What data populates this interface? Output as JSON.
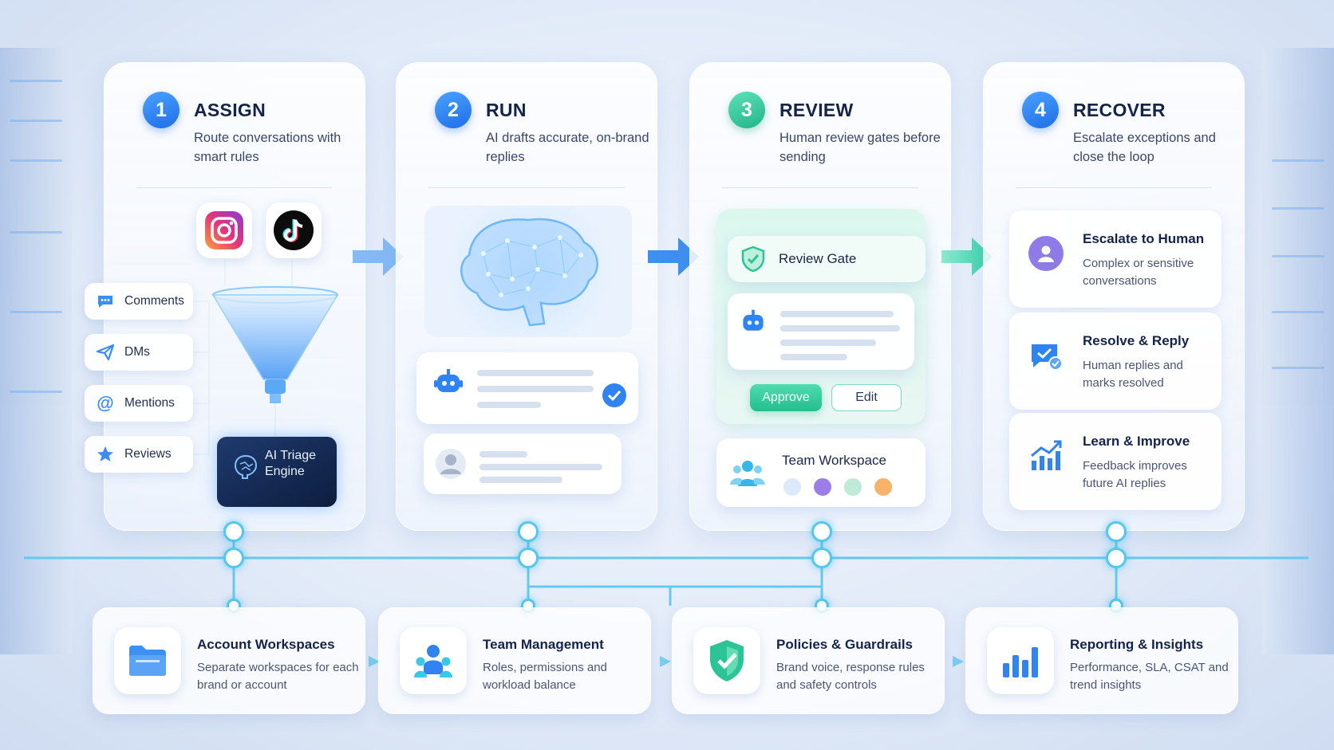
{
  "steps": [
    {
      "number": "1",
      "title": "ASSIGN",
      "desc": "Route conversations with smart rules"
    },
    {
      "number": "2",
      "title": "RUN",
      "desc": "AI drafts accurate, on-brand replies"
    },
    {
      "number": "3",
      "title": "REVIEW",
      "desc": "Human review gates before sending"
    },
    {
      "number": "4",
      "title": "RECOVER",
      "desc": "Escalate exceptions and close the loop"
    }
  ],
  "channels": [
    "Comments",
    "DMs",
    "Mentions",
    "Reviews"
  ],
  "triage": {
    "line1": "AI Triage",
    "line2": "Engine"
  },
  "review": {
    "gate_label": "Review Gate",
    "approve": "Approve",
    "edit": "Edit",
    "team_label": "Team Workspace"
  },
  "recover_items": [
    {
      "title": "Escalate to Human",
      "desc": "Complex or sensitive conversations"
    },
    {
      "title": "Resolve & Reply",
      "desc": "Human replies and marks resolved"
    },
    {
      "title": "Learn & Improve",
      "desc": "Feedback improves future AI replies"
    }
  ],
  "foundation": [
    {
      "title": "Account Workspaces",
      "desc": "Separate workspaces for each brand or account"
    },
    {
      "title": "Team Management",
      "desc": "Roles, permissions and workload balance"
    },
    {
      "title": "Policies & Guardrails",
      "desc": "Brand voice, response rules and safety controls"
    },
    {
      "title": "Reporting & Insights",
      "desc": "Performance, SLA, CSAT and trend insights"
    }
  ],
  "icons": [
    "instagram-icon",
    "tiktok-icon",
    "brain-icon",
    "robot-icon",
    "shield-check-icon",
    "team-icon",
    "user-icon",
    "chat-check-icon",
    "chart-up-icon",
    "folder-icon",
    "bar-chart-icon"
  ],
  "colors": {
    "accent_blue": "#2b7ff0",
    "accent_green": "#2cc497",
    "dark_navy": "#14234a"
  }
}
